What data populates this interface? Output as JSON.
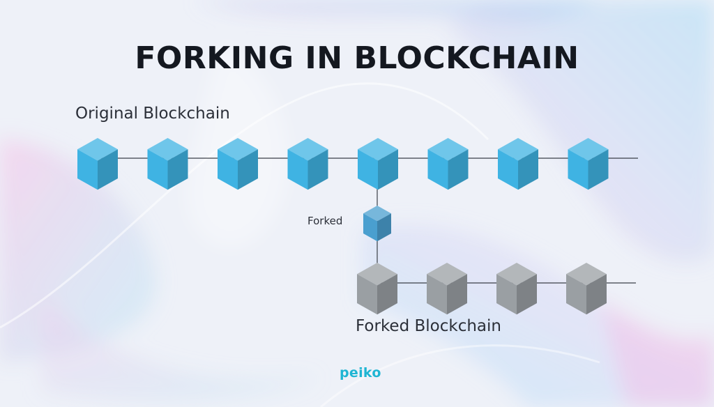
{
  "diagram": {
    "title": "FORKING IN BLOCKCHAIN",
    "original_chain": {
      "label": "Original Blockchain",
      "block_count": 8
    },
    "fork_point": {
      "label": "Forked"
    },
    "forked_chain": {
      "label": "Forked Blockchain",
      "block_count": 4
    },
    "logo": "peiko"
  },
  "colors": {
    "original_block": "#3fb3e3",
    "fork_block": "#4a9fcf",
    "forked_block": "#9a9fa3",
    "connector": "#3a3f47",
    "title": "#141820",
    "logo": "#1fb5d3"
  }
}
